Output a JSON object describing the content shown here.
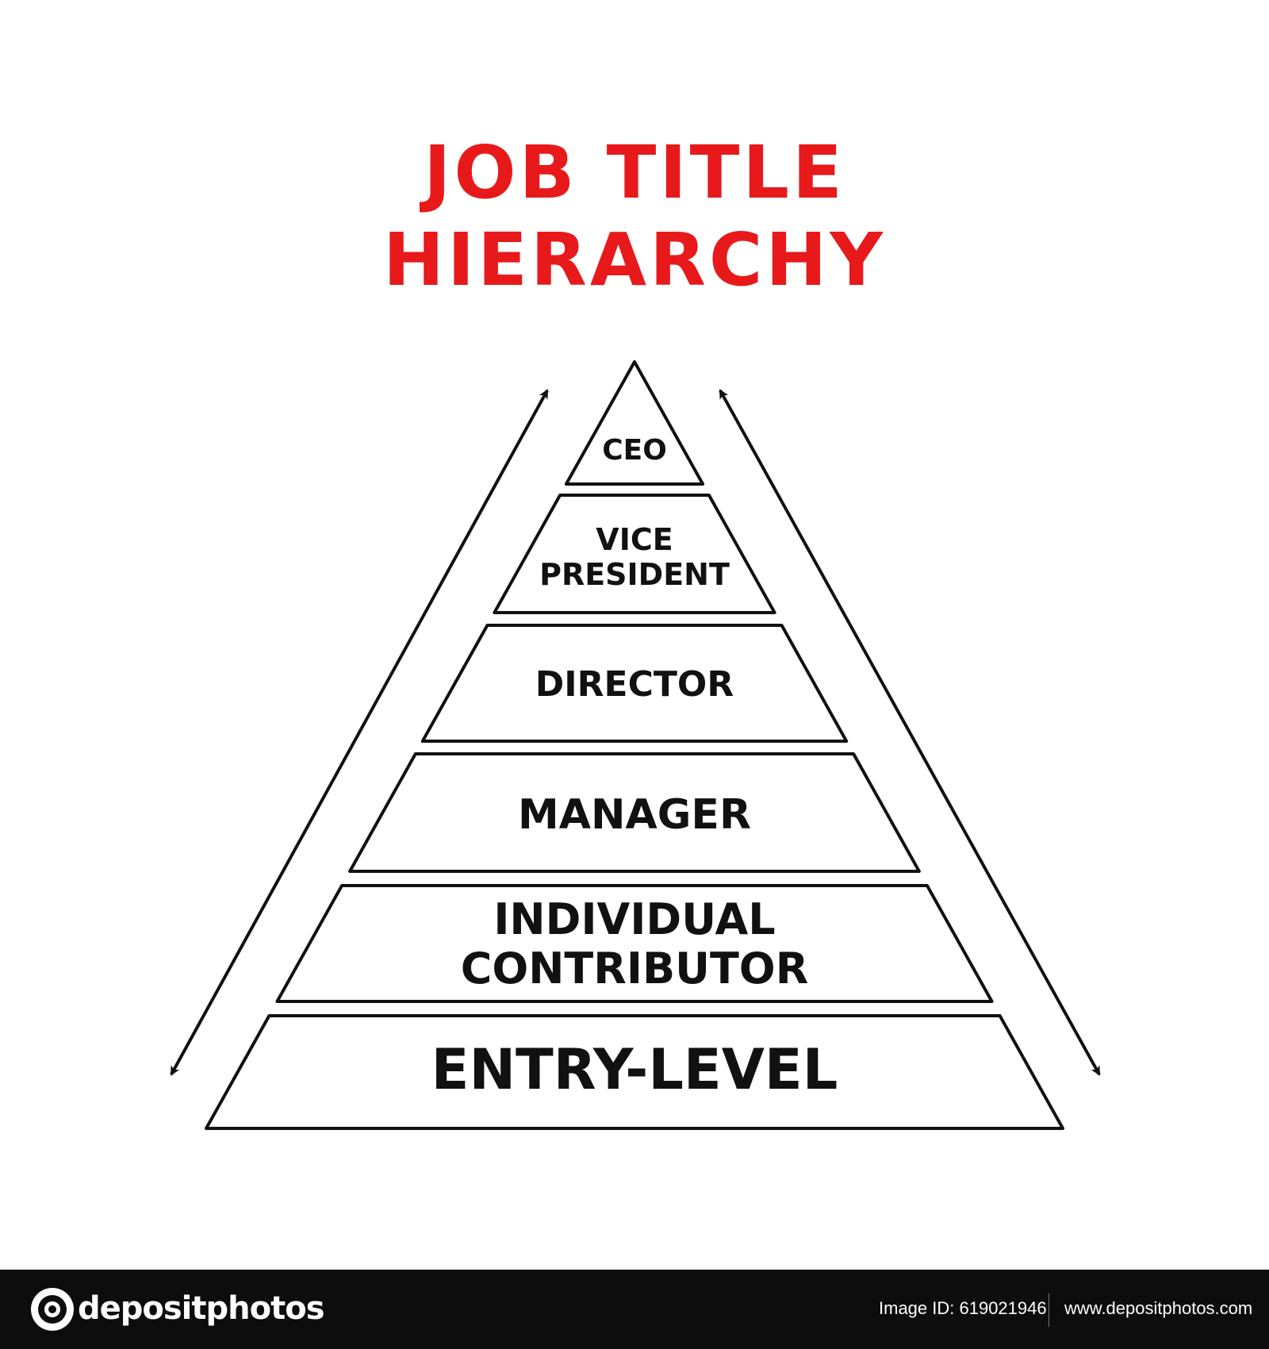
{
  "title": {
    "line1": "JOB TITLE",
    "line2": "HIERARCHY",
    "color": "#e8191b"
  },
  "pyramid_levels": [
    {
      "label": "CEO"
    },
    {
      "label": "VICE\nPRESIDENT"
    },
    {
      "label": "DIRECTOR"
    },
    {
      "label": "MANAGER"
    },
    {
      "label": "INDIVIDUAL\nCONTRIBUTOR"
    },
    {
      "label": "ENTRY-LEVEL"
    }
  ],
  "arrows": {
    "left": "bidirectional",
    "right": "bidirectional"
  },
  "footer": {
    "logo_icon": "depositphotos-logo-icon",
    "brand": "depositphotos",
    "image_id": "Image ID: 619021946",
    "url": "www.depositphotos.com",
    "background": "#0d0d0d"
  }
}
